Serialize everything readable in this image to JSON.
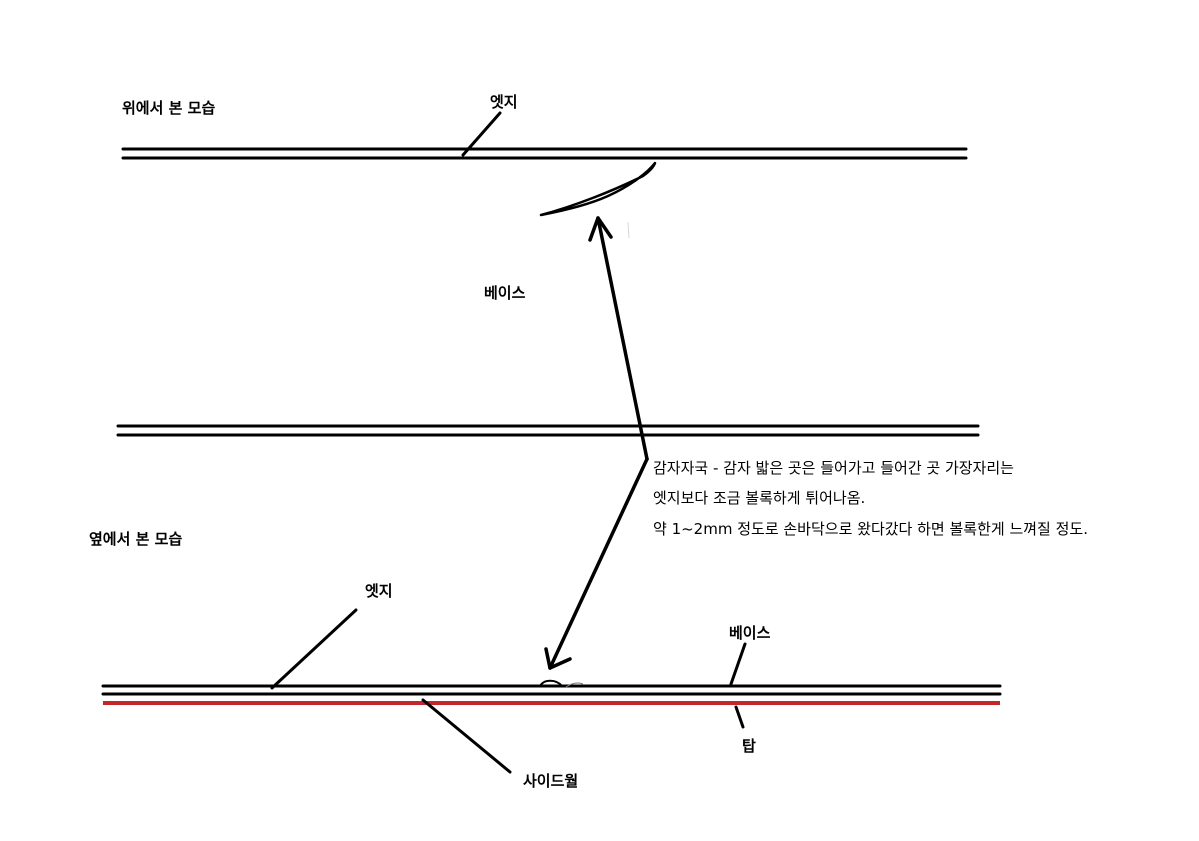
{
  "top_view": {
    "title": "위에서 본 모습",
    "edge_label": "엣지",
    "base_label": "베이스"
  },
  "side_view": {
    "title": "옆에서 본 모습",
    "edge_label": "엣지",
    "base_label": "베이스",
    "top_label": "탑",
    "sidewall_label": "사이드월"
  },
  "annotation": {
    "line1": "감자자국 - 감자 밟은 곳은 들어가고 들어간 곳 가장자리는",
    "line2": "엣지보다 조금 볼록하게 튀어나옴.",
    "line3": "약 1~2mm 정도로 손바닥으로 왔다갔다 하면 볼록한게 느껴질 정도."
  },
  "colors": {
    "line": "#000000",
    "sidewall": "#c1272d"
  }
}
